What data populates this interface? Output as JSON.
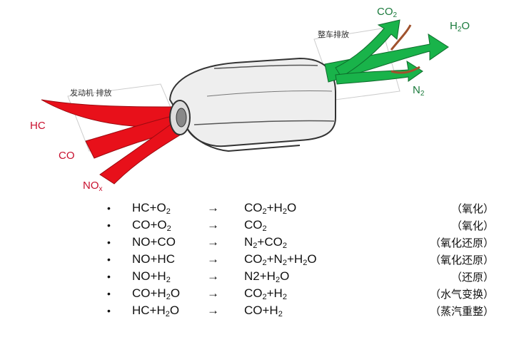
{
  "inputs_tag": "发动机 排放",
  "outputs_tag": "整车排放",
  "inputs": [
    {
      "base": "HC",
      "sub": ""
    },
    {
      "base": "CO",
      "sub": ""
    },
    {
      "base": "NO",
      "sub": "x"
    }
  ],
  "outputs": [
    {
      "base": "CO",
      "sub": "2"
    },
    {
      "base": "H",
      "sub": "2",
      "tail": "O"
    },
    {
      "base": "N",
      "sub": "2"
    }
  ],
  "reactions": [
    {
      "lhs": "HC+O<sub>2</sub>",
      "arrow": "→",
      "rhs": "CO<sub>2</sub>+H<sub>2</sub>O",
      "type": "（氧化）"
    },
    {
      "lhs": "CO+O<sub>2</sub>",
      "arrow": "→",
      "rhs": "CO<sub>2</sub>",
      "type": "（氧化）"
    },
    {
      "lhs": "NO+CO",
      "arrow": "→",
      "rhs": "N<sub>2</sub>+CO<sub>2</sub>",
      "type": "（氧化还原）"
    },
    {
      "lhs": "NO+HC",
      "arrow": "→",
      "rhs": "CO<sub>2</sub>+N<sub>2</sub>+H<sub>2</sub>O",
      "type": "（氧化还原）"
    },
    {
      "lhs": "NO+H<sub>2</sub>",
      "arrow": "→",
      "rhs": "N2+H<sub>2</sub>O",
      "type": "（还原）"
    },
    {
      "lhs": "CO+H<sub>2</sub>O",
      "arrow": "→",
      "rhs": "CO<sub>2</sub>+H<sub>2</sub>",
      "type": "（水气变换）"
    },
    {
      "lhs": "HC+H<sub>2</sub>O",
      "arrow": "→",
      "rhs": "CO+H<sub>2</sub>",
      "type": "（蒸汽重整）"
    }
  ],
  "colors": {
    "inflow": "#e8101a",
    "outflow": "#19b34a",
    "body": "#eeeeee",
    "outline": "#333333"
  }
}
